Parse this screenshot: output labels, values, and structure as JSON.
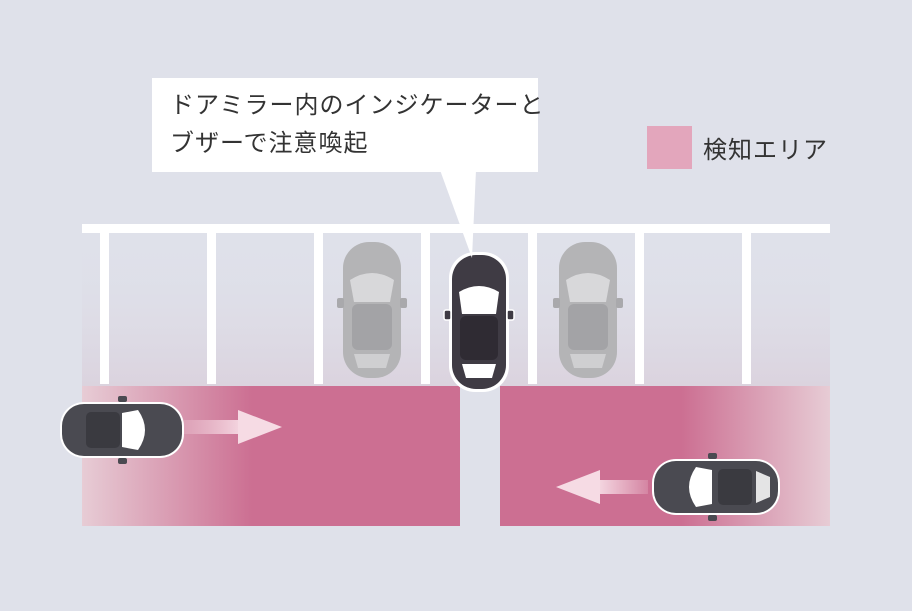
{
  "callout": {
    "line1": "ドアミラー内のインジケーターと",
    "line2": "ブザーで注意喚起"
  },
  "legend": {
    "label": "検知エリア",
    "swatch_color": "#e3a6bc"
  },
  "colors": {
    "background": "#dfe1ea",
    "detection_area": "#cc6f92",
    "parked_car": "#b3b3b5",
    "own_car": "#3f3b44",
    "moving_car": "#4a4a51",
    "arrow": "#f3c8d7"
  }
}
